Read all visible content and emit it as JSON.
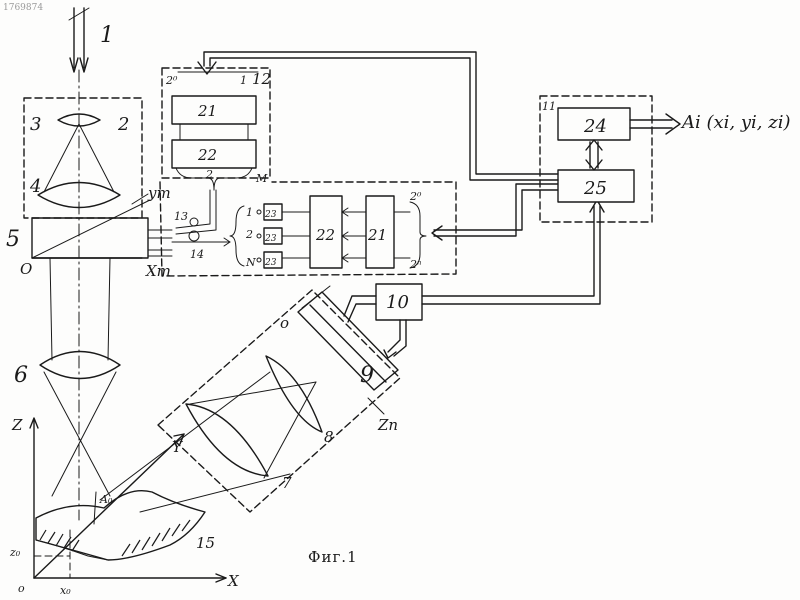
{
  "doc_id": "1769874",
  "caption": "Фиг.1",
  "output_label": "Ai (xi, yi, zi)",
  "labels": {
    "n1": "1",
    "n2": "2",
    "n3": "3",
    "n4": "4",
    "n5": "5",
    "n6": "6",
    "n7": "7",
    "n8": "8",
    "n9": "9",
    "n10": "10",
    "n11": "11",
    "n12": "12",
    "n13": "13",
    "n14": "14",
    "n15": "15",
    "n21a": "21",
    "n22a": "22",
    "n21b": "21",
    "n22b": "22",
    "n23a": "23",
    "n23b": "23",
    "n23c": "23",
    "n24": "24",
    "n25": "25",
    "ch1": "1",
    "ch2": "2",
    "chN": "N",
    "p20a": "2⁰",
    "p21a": "1",
    "p2a": "2",
    "pM": "M",
    "p20b": "2⁰",
    "p2n": "2ⁿ",
    "ym": "ym",
    "xm": "Xm",
    "o_left": "O",
    "o_bottom": "o",
    "o_sensor": "o",
    "zn": "Zn",
    "y_axis": "Y",
    "z_axis": "Z",
    "x_axis": "X",
    "z0": "z₀",
    "x0": "x₀",
    "a0": "A₀"
  }
}
